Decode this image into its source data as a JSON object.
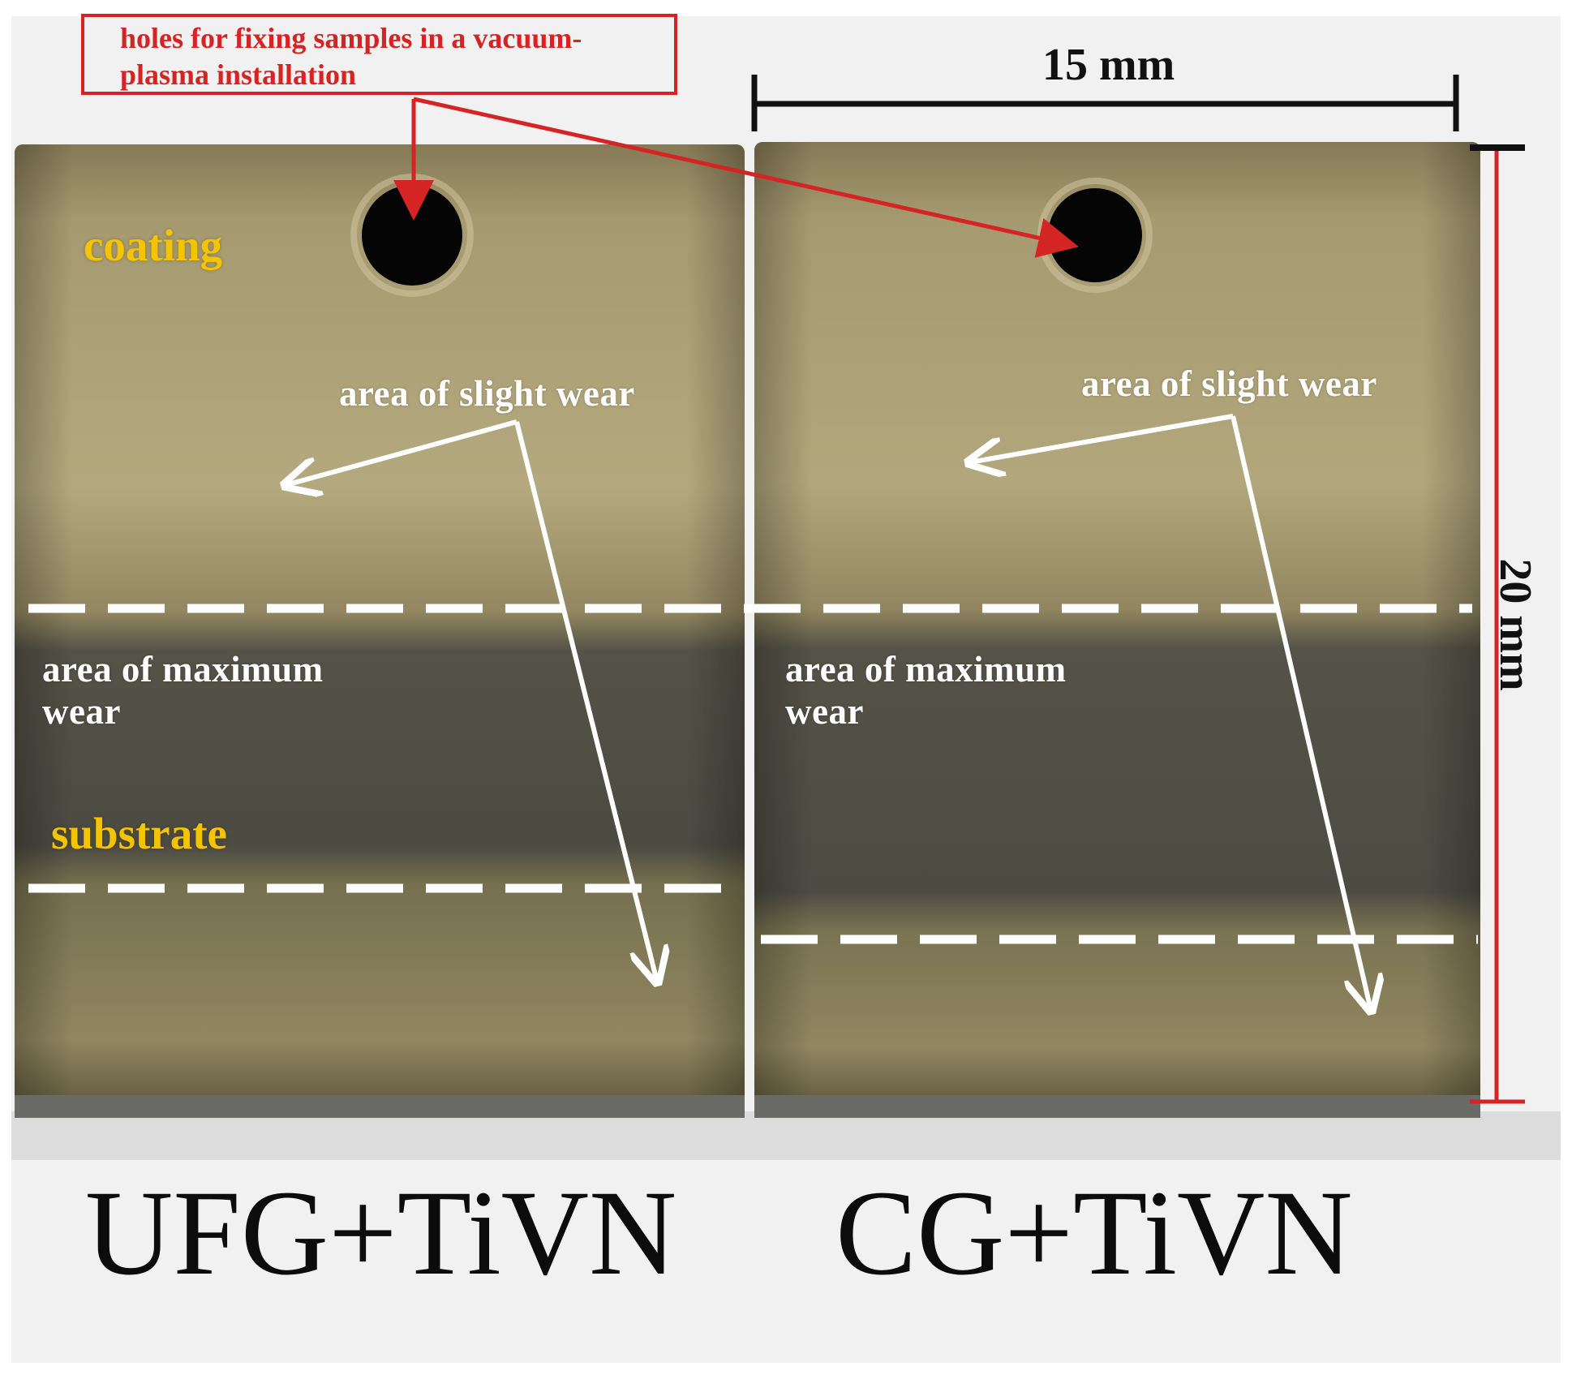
{
  "annotations": {
    "holes_note": "holes for fixing samples in a vacuum-plasma installation",
    "coating": "coating",
    "substrate": "substrate",
    "slight_wear_left": "area of slight wear",
    "slight_wear_right": "area of slight wear",
    "max_wear_left": "area of maximum wear",
    "max_wear_right": "area of maximum wear"
  },
  "scale": {
    "width_label": "15 mm",
    "height_label": "20 mm"
  },
  "samples": {
    "left_title": "UFG+TiVN",
    "right_title": "CG+TiVN"
  },
  "colors": {
    "annotation_red": "#d42424",
    "highlight_yellow": "#f5c400",
    "plate_metal": "#9c9068",
    "worn_band": "#4d4d43"
  }
}
